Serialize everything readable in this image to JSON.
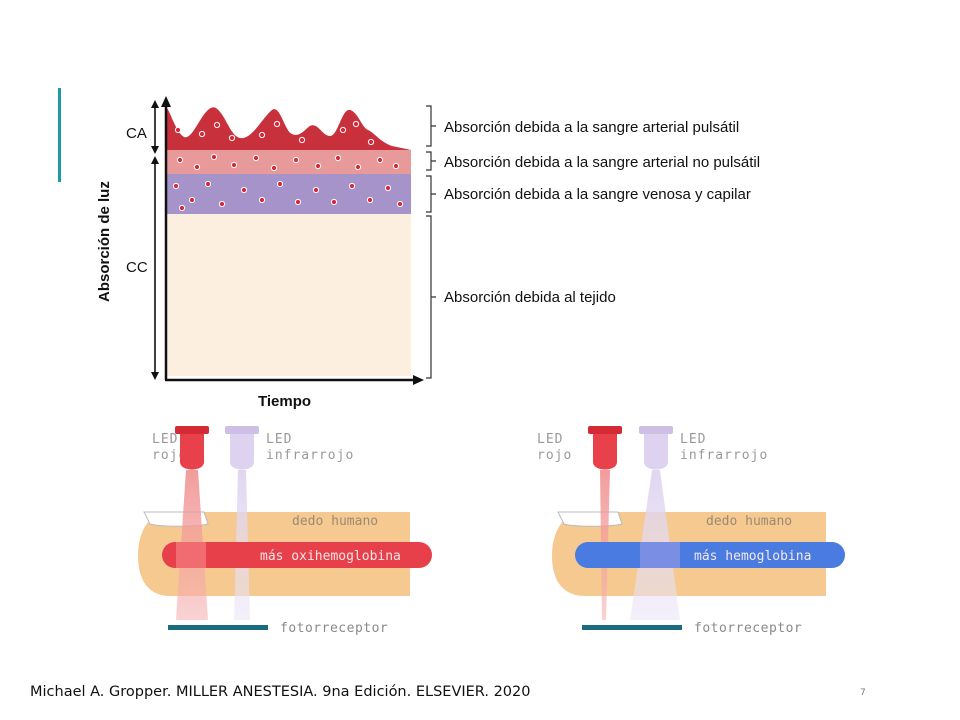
{
  "slide": {
    "accent_color": "#1e9aa6",
    "citation": "Michael A. Gropper. MILLER ANESTESIA. 9na Edición. ELSEVIER. 2020",
    "slide_number": "7"
  },
  "absorption_chart": {
    "y_axis_label": "Absorción de luz",
    "x_axis_label": "Tiempo",
    "ca_label": "CA",
    "cc_label": "CC",
    "layers": [
      {
        "label": "Absorción debida a la sangre arterial pulsátil",
        "color": "#c8303c"
      },
      {
        "label": "Absorción debida a la sangre arterial no pulsátil",
        "color": "#e89a9a"
      },
      {
        "label": "Absorción debida a la sangre venosa y capilar",
        "color": "#a593c9"
      },
      {
        "label": "Absorción debida al tejido",
        "color": "#fcefe0"
      }
    ]
  },
  "finger_panels": [
    {
      "led_red_label": [
        "LED",
        "rojo"
      ],
      "led_ir_label": [
        "LED",
        "infrarrojo"
      ],
      "finger_label": "dedo humano",
      "vessel_label": "más oxihemoglobina",
      "vessel_color": "#e8404a",
      "sensor_label": "fotorreceptor"
    },
    {
      "led_red_label": [
        "LED",
        "rojo"
      ],
      "led_ir_label": [
        "LED",
        "infrarrojo"
      ],
      "finger_label": "dedo humano",
      "vessel_label": "más hemoglobina",
      "vessel_color": "#4a7be0",
      "sensor_label": "fotorreceptor"
    }
  ]
}
